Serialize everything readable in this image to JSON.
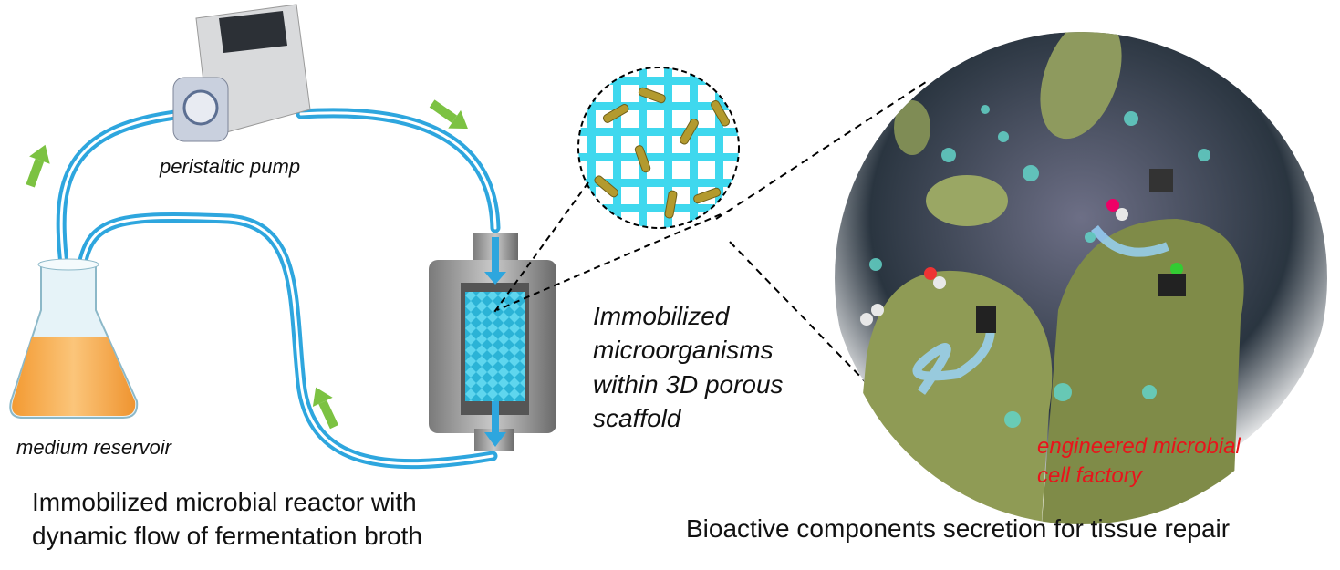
{
  "labels": {
    "pump": "peristaltic pump",
    "reservoir": "medium reservoir",
    "scaffold": [
      "Immobilized",
      "microorganisms",
      "within 3D porous",
      "scaffold"
    ],
    "cell_factory": [
      "engineered microbial",
      "cell factory"
    ]
  },
  "captions": {
    "left": [
      "Immobilized microbial reactor with",
      "dynamic flow of fermentation broth"
    ],
    "right": "Bioactive components secretion for tissue repair"
  },
  "colors": {
    "tube": "#2ea6de",
    "arrow": "#7cc242",
    "scaffold": "#3fd8ee",
    "highlight": "#e8141b",
    "medium": "#f5a94a"
  }
}
